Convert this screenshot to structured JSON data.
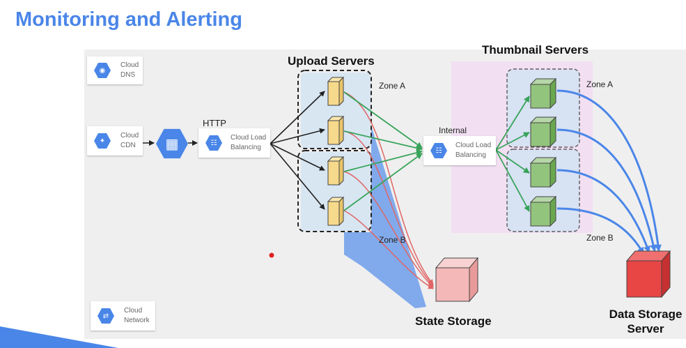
{
  "slide": {
    "title": "Monitoring and Alerting"
  },
  "services": {
    "dns": {
      "line1": "Cloud",
      "line2": "DNS",
      "icon": "dns-icon"
    },
    "cdn": {
      "line1": "Cloud",
      "line2": "CDN",
      "icon": "cdn-icon"
    },
    "network": {
      "line1": "Cloud",
      "line2": "Network",
      "icon": "network-icon"
    },
    "http_lb": {
      "line1": "Cloud Load",
      "line2": "Balancing",
      "protocol": "HTTP",
      "icon": "load-balancer-icon"
    },
    "internal_lb": {
      "line1": "Cloud Load",
      "line2": "Balancing",
      "protocol": "Internal",
      "icon": "load-balancer-icon"
    },
    "firewall_icon": "firewall-icon"
  },
  "groups": {
    "upload": {
      "title": "Upload Servers",
      "zone_a": "Zone A",
      "zone_b": "Zone B"
    },
    "thumbnail": {
      "title": "Thumbnail Servers",
      "zone_a": "Zone A",
      "zone_b": "Zone B"
    }
  },
  "storage": {
    "state": {
      "label": "State Storage"
    },
    "data": {
      "line1": "Data Storage",
      "line2": "Server"
    }
  },
  "colors": {
    "accent_blue": "#4a86e8",
    "upload_server": "#f6d98b",
    "thumbnail_server": "#93c47d",
    "state_storage": "#f4b8b8",
    "data_storage": "#e84545",
    "arrow_red": "#e06666",
    "arrow_green": "#38a35a",
    "thumbnail_region": "#f2dff2"
  }
}
